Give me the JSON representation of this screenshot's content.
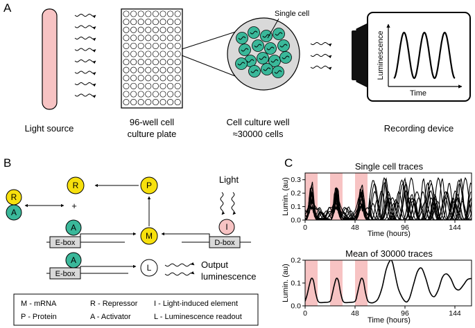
{
  "panel_labels": {
    "a": "A",
    "b": "B",
    "c": "C"
  },
  "panel_a": {
    "light_source": "Light source",
    "plate_line1": "96-well cell",
    "plate_line2": "culture plate",
    "well_line1": "Cell culture well",
    "well_line2": "≈30000 cells",
    "single_cell": "Single cell",
    "recording": "Recording device",
    "device_ylabel": "Luminescence",
    "device_xlabel": "Time"
  },
  "panel_b": {
    "nodes": {
      "R": "R",
      "A": "A",
      "P": "P",
      "M": "M",
      "I": "I",
      "L": "L"
    },
    "plus": "+",
    "ebox": "E-box",
    "dbox": "D-box",
    "light": "Light",
    "output_line1": "Output",
    "output_line2": "luminescence",
    "legend": [
      "M - mRNA",
      "R - Repressor",
      "I - Light-induced element",
      "P - Protein",
      "A - Activator",
      "L - Luminescence readout"
    ],
    "colors": {
      "yellow": "#f7e00d",
      "green": "#3ab89a",
      "pink": "#f7c3c3",
      "box": "#d9d9d9"
    }
  },
  "chart_data": [
    {
      "type": "line",
      "title": "Single cell traces",
      "xlabel": "Time (hours)",
      "ylabel": "Lumin. (au)",
      "xlim": [
        0,
        160
      ],
      "ylim": [
        0,
        0.35
      ],
      "xticks": [
        "0",
        "48",
        "96",
        "144"
      ],
      "yticks": [
        "0.0",
        "0.1",
        "0.2",
        "0.3"
      ],
      "light_pulses": [
        [
          0,
          12
        ],
        [
          24,
          36
        ],
        [
          48,
          60
        ]
      ],
      "highlight_color": "#f7c3c3"
    },
    {
      "type": "line",
      "title": "Mean of 30000 traces",
      "xlabel": "Time (hours)",
      "ylabel": "Lumin. (au)",
      "xlim": [
        0,
        160
      ],
      "ylim": [
        0,
        0.2
      ],
      "xticks": [
        "0",
        "48",
        "96",
        "144"
      ],
      "yticks": [
        "0.0",
        "0.1",
        "0.2"
      ],
      "light_pulses": [
        [
          0,
          12
        ],
        [
          24,
          36
        ],
        [
          48,
          60
        ]
      ],
      "highlight_color": "#f7c3c3",
      "series": [
        {
          "x": [
            0,
            2,
            4,
            6,
            8,
            10,
            12,
            14,
            18,
            24,
            26,
            28,
            30,
            32,
            34,
            36,
            38,
            42,
            48,
            50,
            52,
            54,
            56,
            58,
            60,
            62,
            66,
            70,
            74,
            78,
            82,
            84,
            86,
            90,
            96,
            100,
            104,
            108,
            112,
            116,
            120,
            124,
            128,
            132,
            136,
            140,
            144,
            148,
            152,
            156,
            160
          ],
          "y": [
            0.02,
            0.05,
            0.09,
            0.12,
            0.11,
            0.06,
            0.025,
            0.015,
            0.015,
            0.02,
            0.05,
            0.09,
            0.12,
            0.11,
            0.06,
            0.025,
            0.015,
            0.015,
            0.02,
            0.05,
            0.09,
            0.12,
            0.11,
            0.06,
            0.025,
            0.015,
            0.015,
            0.03,
            0.08,
            0.16,
            0.2,
            0.19,
            0.15,
            0.07,
            0.02,
            0.03,
            0.09,
            0.15,
            0.165,
            0.12,
            0.06,
            0.04,
            0.07,
            0.125,
            0.14,
            0.12,
            0.08,
            0.07,
            0.09,
            0.115,
            0.12
          ]
        }
      ]
    }
  ]
}
